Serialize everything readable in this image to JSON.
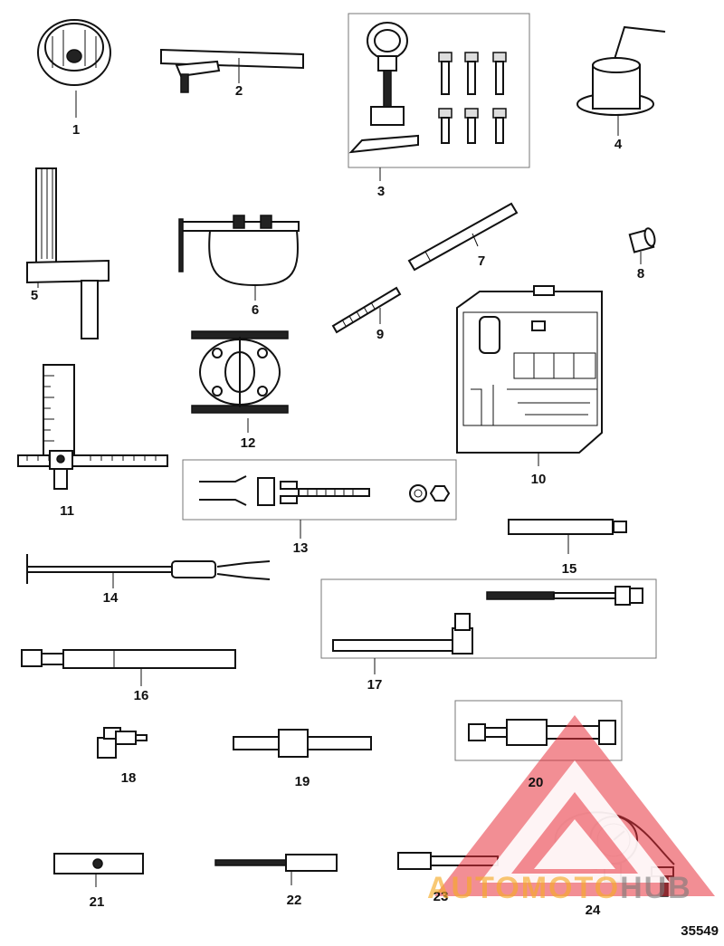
{
  "diagram": {
    "figure_number": "35549",
    "watermark": {
      "part1": "AUTOMOTO",
      "part2": "HUB",
      "colors": {
        "triangle": "#e8323c",
        "text": "#f5a623",
        "text2": "#8a8a8a"
      }
    },
    "labels": {
      "1": "1",
      "2": "2",
      "3": "3",
      "4": "4",
      "5": "5",
      "6": "6",
      "7": "7",
      "8": "8",
      "9": "9",
      "10": "10",
      "11": "11",
      "12": "12",
      "13": "13",
      "14": "14",
      "15": "15",
      "16": "16",
      "17": "17",
      "18": "18",
      "19": "19",
      "20": "20",
      "21": "21",
      "22": "22",
      "23": "23",
      "24": "24"
    }
  }
}
